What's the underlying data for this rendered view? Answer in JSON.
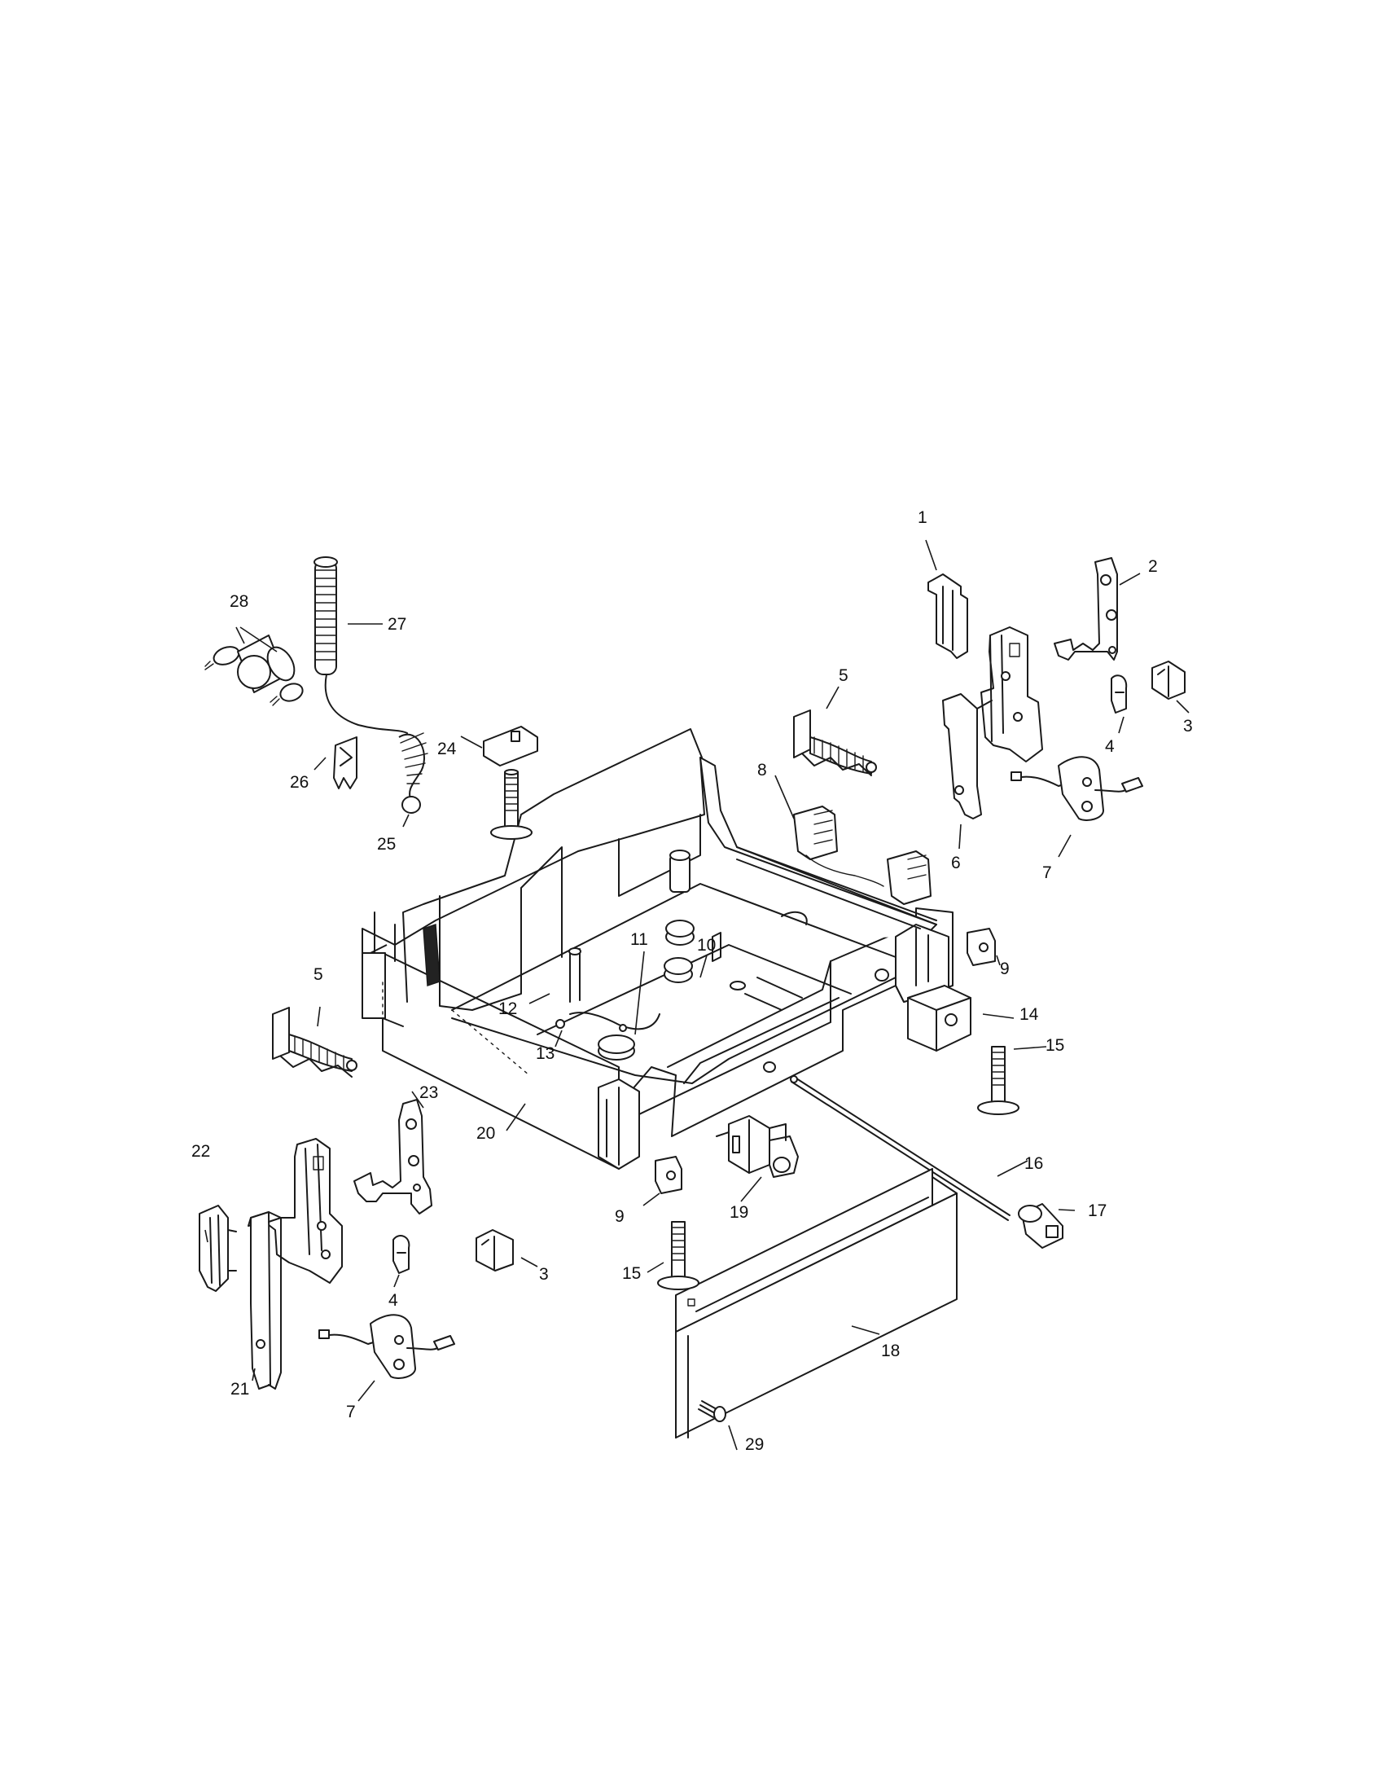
{
  "diagram": {
    "callouts": [
      {
        "id": "c1",
        "label": "1"
      },
      {
        "id": "c2",
        "label": "2"
      },
      {
        "id": "c3a",
        "label": "3"
      },
      {
        "id": "c3b",
        "label": "3"
      },
      {
        "id": "c4a",
        "label": "4"
      },
      {
        "id": "c4b",
        "label": "4"
      },
      {
        "id": "c5a",
        "label": "5"
      },
      {
        "id": "c5b",
        "label": "5"
      },
      {
        "id": "c6",
        "label": "6"
      },
      {
        "id": "c7a",
        "label": "7"
      },
      {
        "id": "c7b",
        "label": "7"
      },
      {
        "id": "c8",
        "label": "8"
      },
      {
        "id": "c9a",
        "label": "9"
      },
      {
        "id": "c9b",
        "label": "9"
      },
      {
        "id": "c10",
        "label": "10"
      },
      {
        "id": "c11",
        "label": "11"
      },
      {
        "id": "c12",
        "label": "12"
      },
      {
        "id": "c13",
        "label": "13"
      },
      {
        "id": "c14",
        "label": "14"
      },
      {
        "id": "c15a",
        "label": "15"
      },
      {
        "id": "c15b",
        "label": "15"
      },
      {
        "id": "c16",
        "label": "16"
      },
      {
        "id": "c17",
        "label": "17"
      },
      {
        "id": "c18",
        "label": "18"
      },
      {
        "id": "c19",
        "label": "19"
      },
      {
        "id": "c20",
        "label": "20"
      },
      {
        "id": "c21",
        "label": "21"
      },
      {
        "id": "c22",
        "label": "22"
      },
      {
        "id": "c23",
        "label": "23"
      },
      {
        "id": "c24",
        "label": "24"
      },
      {
        "id": "c25",
        "label": "25"
      },
      {
        "id": "c26",
        "label": "26"
      },
      {
        "id": "c27",
        "label": "27"
      },
      {
        "id": "c28",
        "label": "28"
      },
      {
        "id": "c29",
        "label": "29"
      }
    ]
  }
}
